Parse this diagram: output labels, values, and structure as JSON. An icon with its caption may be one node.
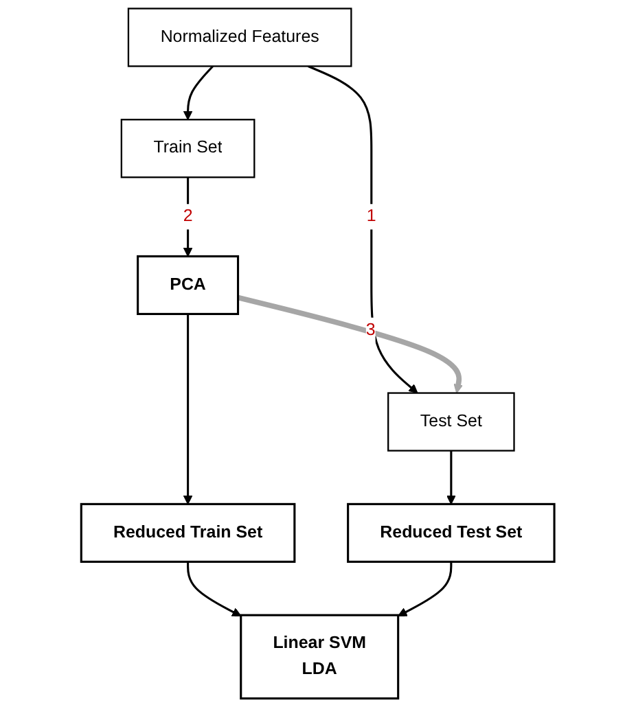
{
  "diagram": {
    "nodes": [
      {
        "text": [
          "Normalized Features"
        ]
      },
      {
        "text": [
          "Train Set"
        ]
      },
      {
        "text": [
          "Test Set"
        ]
      },
      {
        "text": [
          "PCA"
        ]
      },
      {
        "text": [
          "Reduced Train Set"
        ]
      },
      {
        "text": [
          "Reduced Test Set"
        ]
      },
      {
        "text": [
          "Linear SVM",
          "LDA"
        ]
      }
    ],
    "edges": [
      {
        "from": 0,
        "to": 1,
        "arrow": "to"
      },
      {
        "from": 0,
        "to": 2,
        "arrow": "to",
        "label": "1"
      },
      {
        "from": 1,
        "to": 3,
        "arrow": "to",
        "label": "2"
      },
      {
        "from": 3,
        "to": 2,
        "arrow": "to",
        "label": "3",
        "style": "thick",
        "color": "#a6a6a6"
      },
      {
        "from": 3,
        "to": 4,
        "arrow": "to"
      },
      {
        "from": 2,
        "to": 5,
        "arrow": "to"
      },
      {
        "from": 4,
        "to": 6,
        "arrow": "to"
      },
      {
        "from": 5,
        "to": 6,
        "arrow": "to"
      }
    ]
  }
}
